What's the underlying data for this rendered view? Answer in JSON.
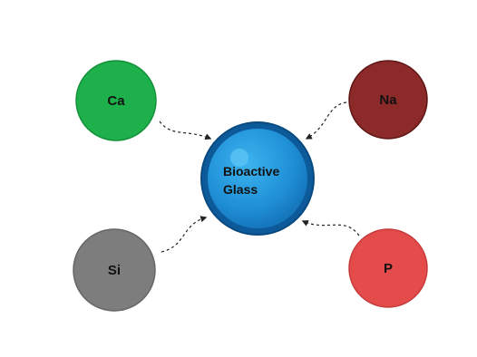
{
  "center": {
    "line1": "Bioactive",
    "line2": "Glass",
    "color": "#1f8fd6",
    "rim_color": "#0d5a9a"
  },
  "elements": [
    {
      "id": "ca",
      "label": "Ca",
      "color": "#1db04b",
      "stroke": "#14903a"
    },
    {
      "id": "na",
      "label": "Na",
      "color": "#8c2a2a",
      "stroke": "#5e1515"
    },
    {
      "id": "si",
      "label": "Si",
      "color": "#7d7d7d",
      "stroke": "#666666"
    },
    {
      "id": "p",
      "label": "P",
      "color": "#e44c4c",
      "stroke": "#c83a3a"
    }
  ]
}
